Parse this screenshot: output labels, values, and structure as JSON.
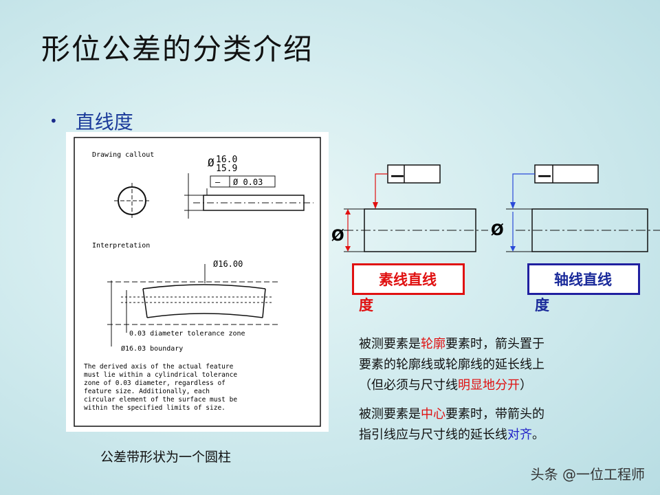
{
  "title": "形位公差的分类介绍",
  "bullet": {
    "marker": "•",
    "text": "直线度"
  },
  "drawing": {
    "callout_label": "Drawing callout",
    "dim_upper": "16.0",
    "dim_lower": "15.9",
    "dia_symbol": "Ø",
    "fcf_symbol": "—",
    "fcf_value": "Ø 0.03",
    "interp_label": "Interpretation",
    "dim_interp": "Ø16.00",
    "zone_note": "0.03 diameter tolerance zone",
    "boundary_note": "Ø16.03 boundary",
    "para_lines": [
      "The derived axis of the actual feature",
      "must lie within a cylindrical tolerance",
      "zone of 0.03 diameter, regardless of",
      "feature size. Additionally, each",
      "circular element of the surface must be",
      "within the specified limits of size."
    ]
  },
  "caption": "公差带形状为一个圆柱",
  "diagram": {
    "left_symbol": "—",
    "right_symbol": "—",
    "dia_left": "Ø",
    "dia_right": "Ø",
    "left_color": "#e01010",
    "right_color": "#2a4ad8"
  },
  "label_left_a": "素线直线",
  "label_left_b": "度",
  "label_right_a": "轴线直线",
  "label_right_b": "度",
  "note1": {
    "p1": "被测要素是",
    "p2": "轮廓",
    "p3": "要素时，箭头置于",
    "line2": "要素的轮廓线或轮廓线的延长线上",
    "p4": "（但必须与尺寸线",
    "p5": "明显地分开",
    "p6": "）"
  },
  "note2": {
    "p1": "被测要素是",
    "p2": "中心",
    "p3": "要素时，带箭头的",
    "p4": "指引线应与尺寸线的延长线",
    "p5": "对齐",
    "p6": "。"
  },
  "watermark": "头条 @一位工程师"
}
